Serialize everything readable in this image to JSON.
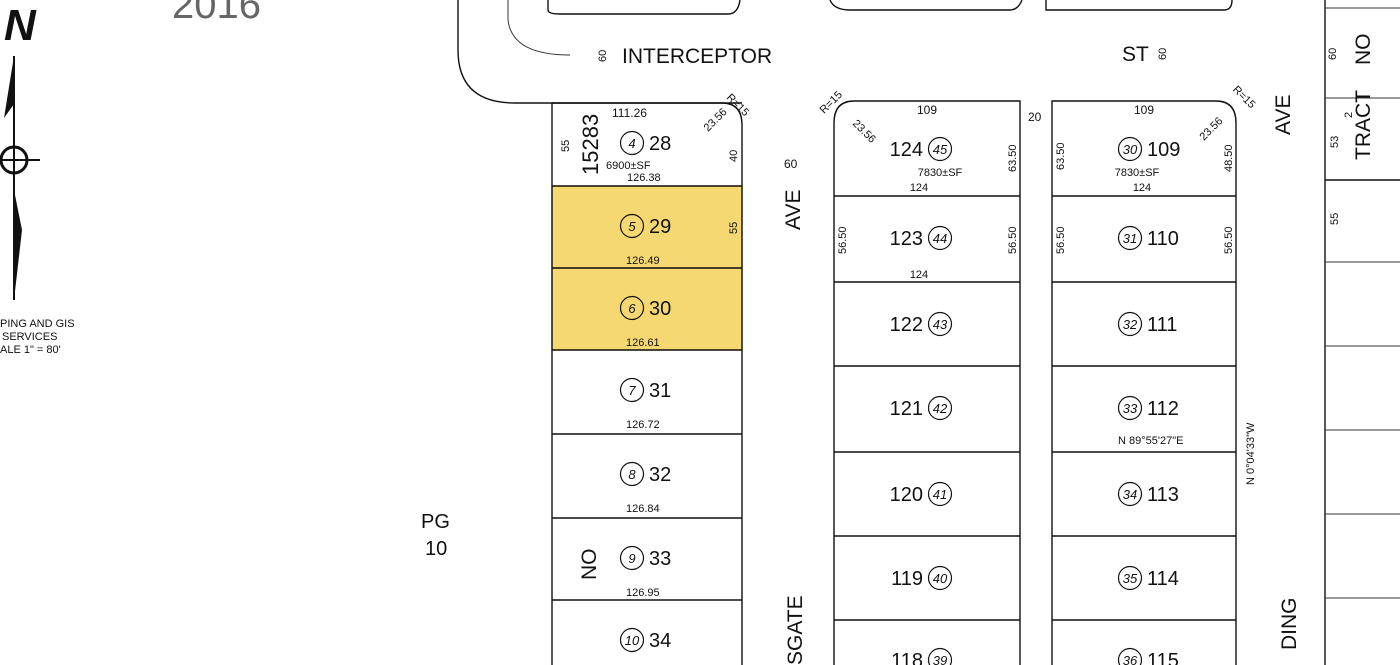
{
  "map": {
    "year": "2016",
    "north_icon": "north-arrow-icon",
    "scale_note": [
      "PING AND GIS",
      "SERVICES",
      "ALE 1\" = 80'"
    ],
    "page_ref": [
      "PG",
      "10"
    ],
    "highlight_color": "#f6d873",
    "highlighted_lots": [
      "29",
      "30"
    ],
    "streets": {
      "interceptor": "INTERCEPTOR",
      "st": "ST",
      "ave_mid": "AVE",
      "ave_right": "AVE",
      "gate_partial": "SGATE",
      "ding_partial": "DING",
      "tract_partial": "TRACT",
      "no_partial_top": "NO",
      "no_partial_left": "NO"
    },
    "misc_labels": {
      "w60_a": "60",
      "w60_b": "60",
      "w60_c": "60",
      "w60_ave": "60",
      "w20": "20",
      "tract_num": "15283",
      "tract_side_53": "53",
      "tract_side_2": "2",
      "tract_side_55": "55",
      "bearing_v": "N 0°04'33\"W",
      "bearing_h": "N 89°55'27\"E"
    },
    "col1": {
      "top": {
        "lot": "28",
        "parcel": "4",
        "area": "6900±SF",
        "top_dim": "111.26",
        "curve_r": "R=15",
        "curve_len": "23.56",
        "left_dim": "55",
        "right_dim": "40",
        "bottom_dim": "126.38"
      },
      "rows": [
        {
          "lot": "29",
          "parcel": "5",
          "dim": "126.49",
          "side": "55"
        },
        {
          "lot": "30",
          "parcel": "6",
          "dim": "126.61"
        },
        {
          "lot": "31",
          "parcel": "7",
          "dim": "126.72"
        },
        {
          "lot": "32",
          "parcel": "8",
          "dim": "126.84"
        },
        {
          "lot": "33",
          "parcel": "9",
          "dim": "126.95"
        },
        {
          "lot": "34",
          "parcel": "10",
          "dim": ""
        }
      ]
    },
    "col2": {
      "top": {
        "lot": "124",
        "parcel": "45",
        "area": "7830±SF",
        "top_dim": "109",
        "curve_r": "R=15",
        "curve_len": "23.56",
        "right_dim": "63.50",
        "bottom_dim": "124"
      },
      "rows": [
        {
          "lot": "123",
          "parcel": "44",
          "dim": "124",
          "left": "56.50",
          "right": "56.50"
        },
        {
          "lot": "122",
          "parcel": "43"
        },
        {
          "lot": "121",
          "parcel": "42"
        },
        {
          "lot": "120",
          "parcel": "41"
        },
        {
          "lot": "119",
          "parcel": "40"
        },
        {
          "lot": "118",
          "parcel": "39"
        }
      ]
    },
    "col3": {
      "top": {
        "lot": "109",
        "parcel": "30",
        "area": "7830±SF",
        "top_dim": "109",
        "curve_r": "R=15",
        "curve_len": "23.56",
        "left_dim": "63.50",
        "right_dim": "48.50",
        "bottom_dim": "124"
      },
      "rows": [
        {
          "lot": "110",
          "parcel": "31",
          "left": "56.50",
          "right": "56.50"
        },
        {
          "lot": "111",
          "parcel": "32"
        },
        {
          "lot": "112",
          "parcel": "33"
        },
        {
          "lot": "113",
          "parcel": "34"
        },
        {
          "lot": "114",
          "parcel": "35"
        },
        {
          "lot": "115",
          "parcel": "36"
        }
      ]
    }
  }
}
